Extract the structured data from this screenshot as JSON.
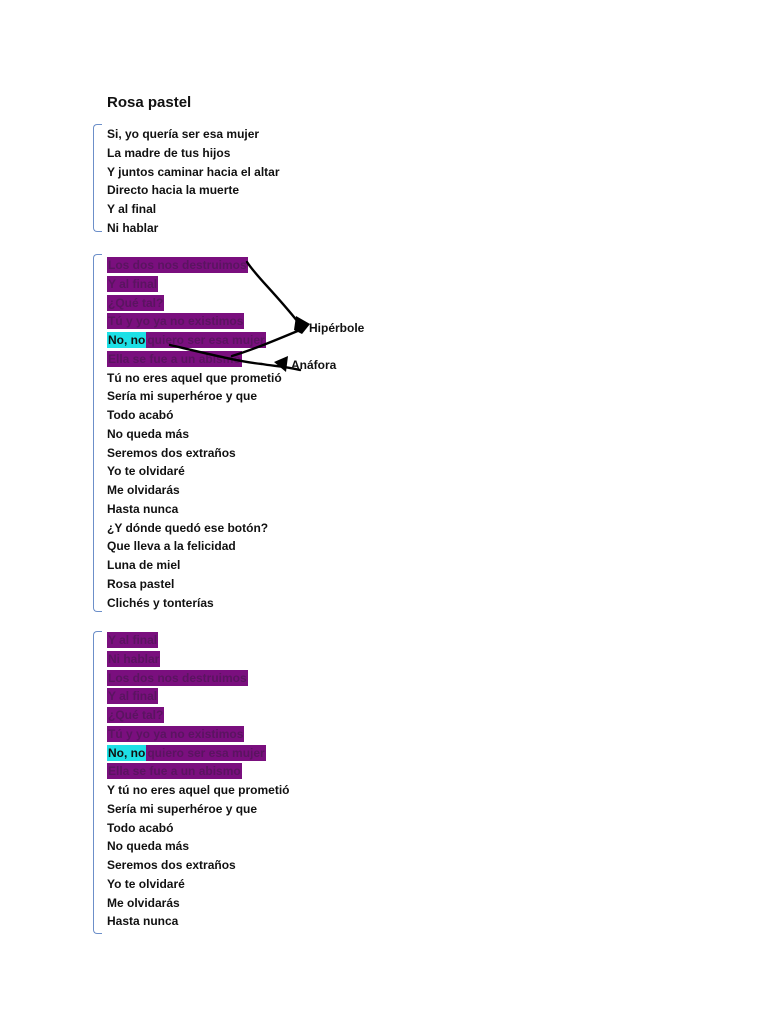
{
  "document": {
    "title": "Rosa pastel",
    "stanzas": [
      {
        "lines": [
          {
            "segments": [
              {
                "text": "Si, yo quería ser esa mujer",
                "hl": ""
              }
            ]
          },
          {
            "segments": [
              {
                "text": "La madre de tus hijos",
                "hl": ""
              }
            ]
          },
          {
            "segments": [
              {
                "text": "Y juntos caminar hacia el altar",
                "hl": ""
              }
            ]
          },
          {
            "segments": [
              {
                "text": "Directo hacia la muerte",
                "hl": ""
              }
            ]
          },
          {
            "segments": [
              {
                "text": "Y al final",
                "hl": ""
              }
            ]
          },
          {
            "segments": [
              {
                "text": "Ni hablar",
                "hl": ""
              }
            ]
          }
        ]
      },
      {
        "lines": [
          {
            "segments": [
              {
                "text": "Los dos nos destruimos",
                "hl": "purple"
              }
            ]
          },
          {
            "segments": [
              {
                "text": "Y al final",
                "hl": "purple"
              }
            ]
          },
          {
            "segments": [
              {
                "text": "¿Qué tal?",
                "hl": "purple"
              }
            ]
          },
          {
            "segments": [
              {
                "text": "Tú y yo ya no existimos",
                "hl": "purple"
              }
            ]
          },
          {
            "segments": [
              {
                "text": "No, no",
                "hl": "cyan"
              },
              {
                "text": " quiero ser esa mujer",
                "hl": "purple"
              }
            ]
          },
          {
            "segments": [
              {
                "text": "Ella se fue a un abismo",
                "hl": "purple"
              }
            ]
          },
          {
            "segments": [
              {
                "text": "Tú no eres aquel que prometió",
                "hl": ""
              }
            ]
          },
          {
            "segments": [
              {
                "text": "Sería mi superhéroe y que",
                "hl": ""
              }
            ]
          },
          {
            "segments": [
              {
                "text": "Todo acabó",
                "hl": ""
              }
            ]
          },
          {
            "segments": [
              {
                "text": "No queda más",
                "hl": ""
              }
            ]
          },
          {
            "segments": [
              {
                "text": "Seremos dos extraños",
                "hl": ""
              }
            ]
          },
          {
            "segments": [
              {
                "text": "Yo te olvidaré",
                "hl": ""
              }
            ]
          },
          {
            "segments": [
              {
                "text": "Me olvidarás",
                "hl": ""
              }
            ]
          },
          {
            "segments": [
              {
                "text": "Hasta nunca",
                "hl": ""
              }
            ]
          },
          {
            "segments": [
              {
                "text": "¿Y dónde quedó ese botón?",
                "hl": ""
              }
            ]
          },
          {
            "segments": [
              {
                "text": "Que lleva a la felicidad",
                "hl": ""
              }
            ]
          },
          {
            "segments": [
              {
                "text": "Luna de miel",
                "hl": ""
              }
            ]
          },
          {
            "segments": [
              {
                "text": "Rosa pastel",
                "hl": ""
              }
            ]
          },
          {
            "segments": [
              {
                "text": "Clichés y tonterías",
                "hl": ""
              }
            ]
          }
        ]
      },
      {
        "lines": [
          {
            "segments": [
              {
                "text": "Y al final",
                "hl": "purple"
              }
            ]
          },
          {
            "segments": [
              {
                "text": "Ni hablar",
                "hl": "purple"
              }
            ]
          },
          {
            "segments": [
              {
                "text": "Los dos nos destruimos",
                "hl": "purple"
              }
            ]
          },
          {
            "segments": [
              {
                "text": "Y al final",
                "hl": "purple"
              }
            ]
          },
          {
            "segments": [
              {
                "text": "¿Qué tal?",
                "hl": "purple"
              }
            ]
          },
          {
            "segments": [
              {
                "text": "Tú y yo ya no existimos",
                "hl": "purple"
              }
            ]
          },
          {
            "segments": [
              {
                "text": "No, no",
                "hl": "cyan"
              },
              {
                "text": " quiero ser esa mujer",
                "hl": "purple"
              }
            ]
          },
          {
            "segments": [
              {
                "text": "Ella se fue a un abismo",
                "hl": "purple"
              }
            ]
          },
          {
            "segments": [
              {
                "text": "Y tú no eres aquel que prometió",
                "hl": ""
              }
            ]
          },
          {
            "segments": [
              {
                "text": "Sería mi superhéroe y que",
                "hl": ""
              }
            ]
          },
          {
            "segments": [
              {
                "text": "Todo acabó",
                "hl": ""
              }
            ]
          },
          {
            "segments": [
              {
                "text": "No queda más",
                "hl": ""
              }
            ]
          },
          {
            "segments": [
              {
                "text": "Seremos dos extraños",
                "hl": ""
              }
            ]
          },
          {
            "segments": [
              {
                "text": "Yo te olvidaré",
                "hl": ""
              }
            ]
          },
          {
            "segments": [
              {
                "text": "Me olvidarás",
                "hl": ""
              }
            ]
          },
          {
            "segments": [
              {
                "text": "Hasta nunca",
                "hl": ""
              }
            ]
          }
        ]
      }
    ]
  },
  "annotations": {
    "hiperbole": "Hipérbole",
    "anafora": "Anáfora"
  },
  "colors": {
    "highlight_purple": "#7a0f7e",
    "highlight_cyan": "#1de0e6",
    "bracket": "#6c8fc9",
    "ink": "#000000"
  }
}
